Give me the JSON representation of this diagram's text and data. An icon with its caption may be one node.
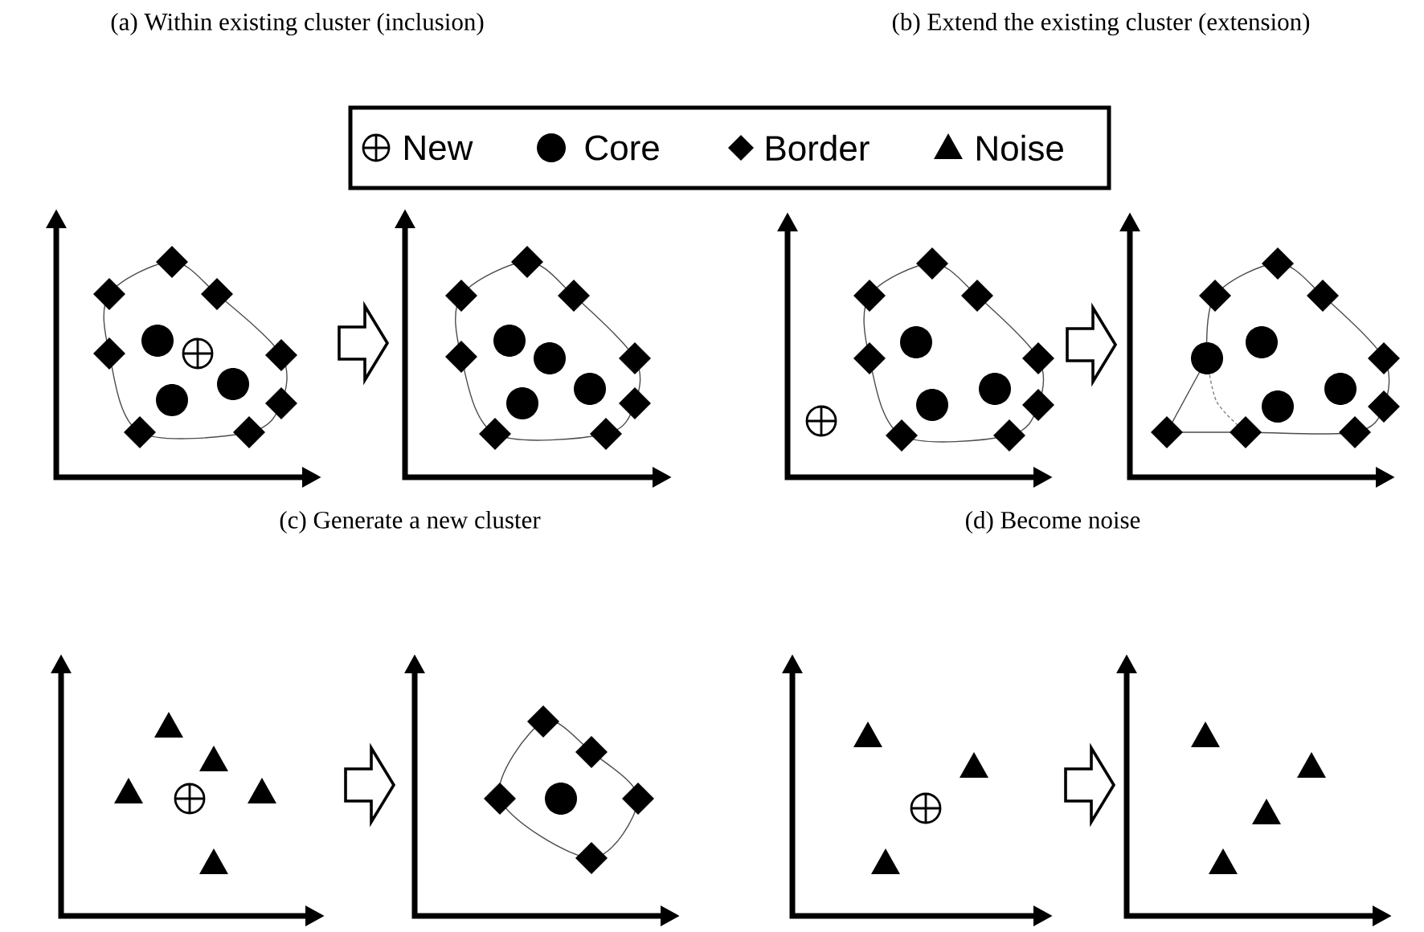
{
  "diagram": {
    "nodes": [
      {
        "text": [],
        "shape": "picture"
      },
      {
        "text": [],
        "shape": "picture"
      },
      {
        "text": [],
        "shape": "picture"
      },
      {
        "text": [],
        "shape": "picture"
      },
      {
        "text": [],
        "shape": "picture"
      },
      {
        "text": [],
        "shape": "picture"
      },
      {
        "text": [],
        "shape": "picture"
      },
      {
        "text": [],
        "shape": "picture"
      }
    ],
    "edges": [
      {
        "from": 0,
        "to": 1,
        "arrow": "to"
      },
      {
        "from": 2,
        "to": 3,
        "arrow": "to"
      },
      {
        "from": 4,
        "to": 5,
        "arrow": "to"
      },
      {
        "from": 6,
        "to": 7,
        "arrow": "to"
      }
    ],
    "labels": [
      "(a) Within existing cluster (inclusion)",
      "(b) Extend the existing cluster (extension)",
      "(c) Generate a new cluster",
      "(d) Become noise"
    ],
    "legend": [
      {
        "text": "New"
      },
      {
        "text": "Core"
      },
      {
        "text": "Border"
      },
      {
        "text": "Noise"
      }
    ]
  }
}
